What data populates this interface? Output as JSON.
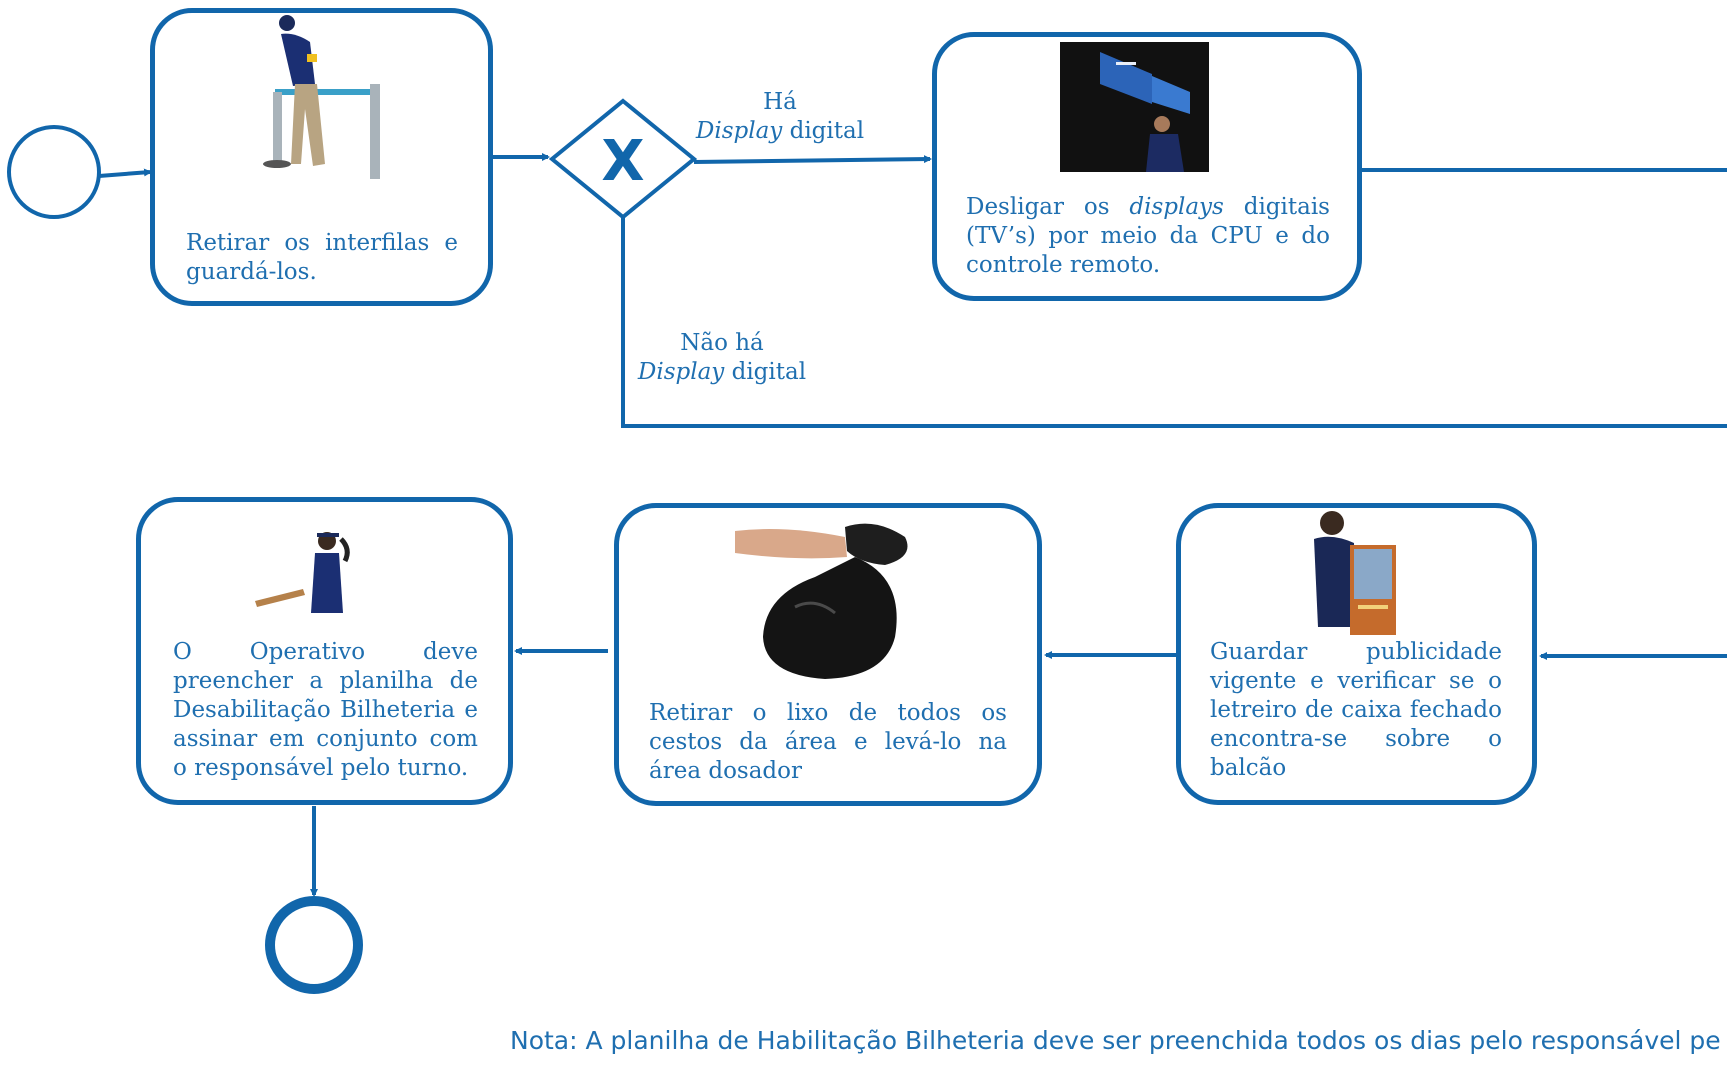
{
  "tasks": {
    "retirar_interfilas": "Retirar os interfilas e guardá-los.",
    "desligar_displays_prefix": "Desligar os ",
    "desligar_displays_emph": "displays",
    "desligar_displays_suffix": " digitais (TV’s) por meio da CPU e do controle remoto.",
    "guardar_publicidade": "Guardar publicidade vigente e verificar se o letreiro de caixa fechado encontra-se sobre o balcão",
    "retirar_lixo": "Retirar o lixo de todos os cestos da área e levá-lo na área dosador",
    "preencher_planilha": "O Operativo deve preencher a planilha de Desabilitação Bilheteria e assinar em conjunto com o responsável pelo turno."
  },
  "gateway": {
    "symbol": "X",
    "yes_line1": "Há",
    "yes_emph": "Display",
    "yes_suffix": " digital",
    "no_line1": "Não há",
    "no_emph": "Display",
    "no_suffix": " digital"
  },
  "note": "Nota: A planilha de Habilitação Bilheteria deve ser preenchida todos os dias pelo responsável pelo turno a fim de checar se todas as tarefas designadas em cada",
  "colors": {
    "accent": "#1166ab",
    "text": "#1f6fb0"
  }
}
